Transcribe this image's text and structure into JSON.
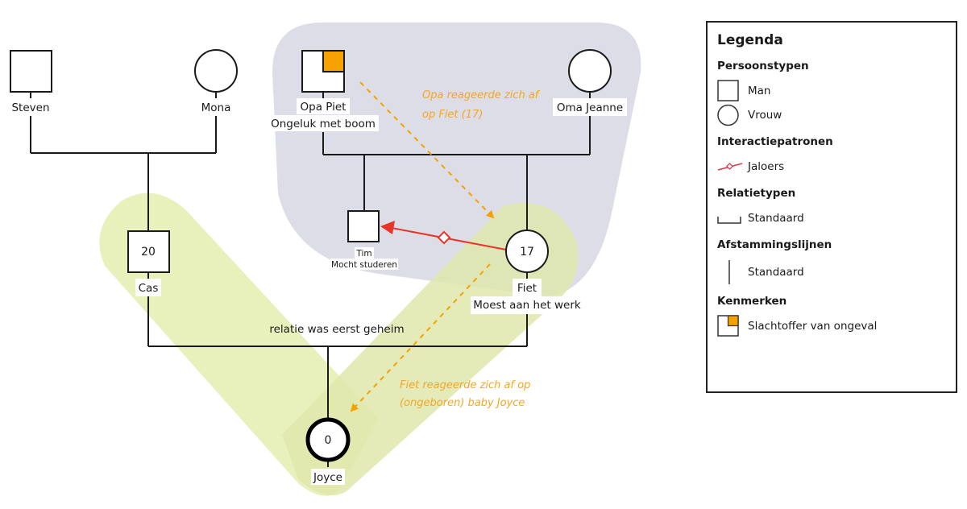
{
  "colors": {
    "line": "#1a1a1a",
    "accident_marker": "#f5a100",
    "jealous_line": "#e8352a",
    "annotation": "#f5a623",
    "grey_region": "#dcdde6",
    "green_region": "#e6efb4"
  },
  "persons": {
    "steven": {
      "name": "Steven",
      "type": "man"
    },
    "mona": {
      "name": "Mona",
      "type": "vrouw"
    },
    "opa_piet": {
      "name": "Opa Piet",
      "note": "Ongeluk met boom",
      "type": "man",
      "marker": "Slachtoffer van ongeval"
    },
    "oma_jeanne": {
      "name": "Oma Jeanne",
      "type": "vrouw"
    },
    "cas": {
      "name": "Cas",
      "age": "20",
      "type": "man"
    },
    "tim": {
      "name": "Tim",
      "note": "Mocht studeren",
      "type": "man"
    },
    "fiet": {
      "name": "Fiet",
      "note": "Moest aan het werk",
      "age": "17",
      "type": "vrouw"
    },
    "joyce": {
      "name": "Joyce",
      "age": "0",
      "type": "vrouw"
    }
  },
  "relations": {
    "cas_fiet_label": "relatie was eerst geheim"
  },
  "annotations": {
    "opa_line1": "Opa reageerde zich af",
    "opa_line2": "op Fiet (17)",
    "fiet_line1": "Fiet reageerde zich af op",
    "fiet_line2": "(ongeboren) baby Joyce"
  },
  "legend": {
    "title": "Legenda",
    "sections": {
      "persoonstypen": {
        "title": "Persoonstypen",
        "man": "Man",
        "vrouw": "Vrouw"
      },
      "interactiepatronen": {
        "title": "Interactiepatronen",
        "jaloers": "Jaloers"
      },
      "relatietypen": {
        "title": "Relatietypen",
        "standaard": "Standaard"
      },
      "afstammingslijnen": {
        "title": "Afstammingslijnen",
        "standaard": "Standaard"
      },
      "kenmerken": {
        "title": "Kenmerken",
        "slachtoffer": "Slachtoffer van ongeval"
      }
    }
  }
}
